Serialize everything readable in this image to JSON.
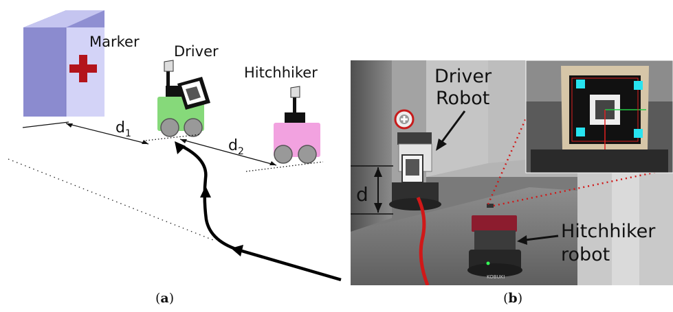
{
  "panel_a": {
    "marker_label": "Marker",
    "driver_label": "Driver",
    "hitchhiker_label": "Hitchhiker",
    "d1_label": "d",
    "d1_sub": "1",
    "d2_label": "d",
    "d2_sub": "2",
    "colors": {
      "marker_box": "#a9a9e6",
      "cross": "#b3141b",
      "driver_robot": "#86d97a",
      "hitchhiker_robot": "#f2a2e0",
      "path": "#000000"
    }
  },
  "panel_b": {
    "driver_robot_line1": "Driver",
    "driver_robot_line2": "Robot",
    "d_label": "d",
    "hitchhiker_line1": "Hitchhiker",
    "hitchhiker_line2": "robot",
    "kobuki_text": "KOBUKI",
    "colors": {
      "trail": "#d01818",
      "dotted_link": "#d01818",
      "inset_squares": "#27e3f0"
    }
  },
  "captions": {
    "a_open": "(",
    "a_letter": "a",
    "a_close": ")",
    "b_open": "(",
    "b_letter": "b",
    "b_close": ")"
  }
}
